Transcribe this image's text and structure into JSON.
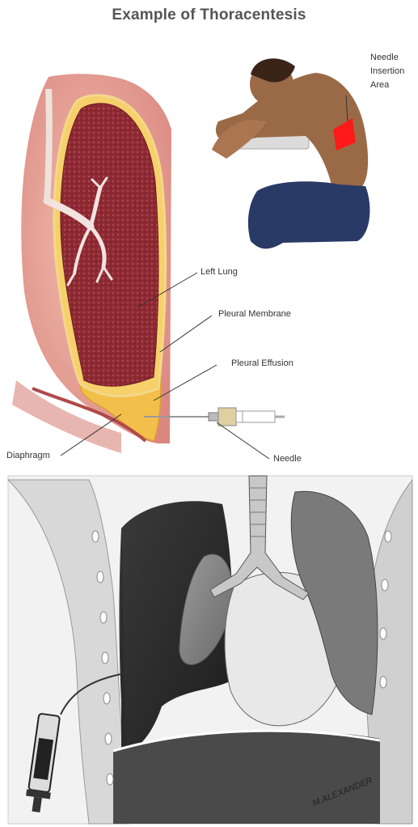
{
  "title": "Example of Thoracentesis",
  "labels": {
    "needle_area_1": "Needle",
    "needle_area_2": "Insertion",
    "needle_area_3": "Area",
    "left_lung": "Left Lung",
    "pleural_membrane": "Pleural Membrane",
    "pleural_effusion": "Pleural Effusion",
    "diaphragm": "Diaphragm",
    "needle": "Needle"
  },
  "signature": "M.ALEXANDER",
  "colors": {
    "lung": "#8e2a33",
    "effusion": "#f2c04a",
    "insertion_area": "#ff1a1a",
    "jeans": "#2a3a66",
    "skin": "#9a6a47"
  }
}
